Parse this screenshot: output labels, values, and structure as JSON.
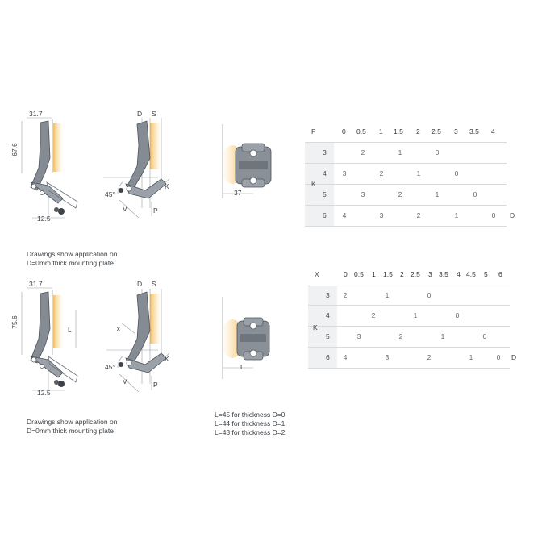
{
  "section1": {
    "dims": {
      "top_width": "31.7",
      "height": "67.6",
      "bottom": "12.5",
      "angle": "45°",
      "d": "D",
      "s": "S",
      "v": "V",
      "p": "P",
      "k": "K",
      "plate_width": "37"
    },
    "note": [
      "Drawings show application on",
      "D=0mm thick mounting plate"
    ],
    "table": {
      "header_label": "P",
      "header_values": [
        "0",
        "0.5",
        "1",
        "1.5",
        "2",
        "2.5",
        "3",
        "3.5",
        "4"
      ],
      "axis_label": "K",
      "d_label": "D",
      "rows": [
        {
          "k": "3",
          "cells": [
            "2",
            "1",
            "0"
          ]
        },
        {
          "k": "4",
          "cells": [
            "3",
            "2",
            "1",
            "0"
          ]
        },
        {
          "k": "5",
          "cells": [
            "3",
            "2",
            "1",
            "0"
          ]
        },
        {
          "k": "6",
          "cells": [
            "4",
            "3",
            "2",
            "1",
            "0"
          ]
        }
      ]
    }
  },
  "section2": {
    "dims": {
      "top_width": "31.7",
      "height": "75.6",
      "bottom": "12.5",
      "angle": "45°",
      "l": "L",
      "d": "D",
      "s": "S",
      "x": "X",
      "v": "V",
      "p": "P",
      "k": "K",
      "plate_l": "L"
    },
    "note": [
      "Drawings show application on",
      "D=0mm thick mounting plate"
    ],
    "l_notes": [
      "L=45 for thickness D=0",
      "L=44 for thickness D=1",
      "L=43 for thickness D=2"
    ],
    "table": {
      "header_label": "X",
      "header_values": [
        "0",
        "0.5",
        "1",
        "1.5",
        "2",
        "2.5",
        "3",
        "3.5",
        "4",
        "4.5",
        "5",
        "6"
      ],
      "axis_label": "K",
      "d_label": "D",
      "rows": [
        {
          "k": "3",
          "cells": [
            "2",
            "1",
            "0"
          ]
        },
        {
          "k": "4",
          "cells": [
            "2",
            "1",
            "0"
          ]
        },
        {
          "k": "5",
          "cells": [
            "3",
            "2",
            "1",
            "0"
          ]
        },
        {
          "k": "6",
          "cells": [
            "4",
            "3",
            "2",
            "1",
            "0",
            ""
          ]
        }
      ]
    }
  },
  "colors": {
    "hinge": "#7b8189",
    "hinge_dark": "#4e545b",
    "glow": "#f5c66a",
    "line": "#9aa0a6",
    "band": "#f0f1f3"
  }
}
